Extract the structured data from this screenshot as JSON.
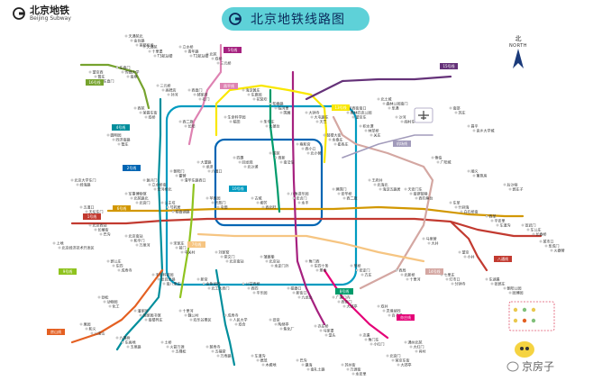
{
  "header": {
    "brand_cn": "北京地铁",
    "brand_en": "Beijing Subway",
    "map_title": "北京地铁线路图"
  },
  "compass": {
    "cn": "北",
    "en": "NORTH"
  },
  "watermark": {
    "text": "京房子"
  },
  "colors": {
    "line1": "#c23a30",
    "line2": "#0065b3",
    "line4": "#008e9c",
    "line5": "#a6217f",
    "line6": "#d29700",
    "line7": "#f6c582",
    "line8": "#009b6b",
    "line9": "#8fc31f",
    "line10": "#009bc0",
    "line13": "#f9e700",
    "line14": "#d4a7a2",
    "line15": "#653279",
    "line16": "#76a32e",
    "batong": "#c23a30",
    "changping": "#de82b2",
    "yizhuang": "#e40077",
    "fangshan": "#e46022",
    "airport": "#a29bbb",
    "title_bg": "#5ed1d8"
  },
  "line_tags": [
    {
      "text": "5号线",
      "color": "#a6217f"
    },
    {
      "text": "昌平线",
      "color": "#de82b2"
    },
    {
      "text": "15号线",
      "color": "#653279"
    },
    {
      "text": "13号线",
      "color": "#f9e700"
    },
    {
      "text": "16号线",
      "color": "#76a32e"
    },
    {
      "text": "4号线",
      "color": "#008e9c"
    },
    {
      "text": "10号线",
      "color": "#009bc0"
    },
    {
      "text": "2号线",
      "color": "#0065b3"
    },
    {
      "text": "1号线",
      "color": "#c23a30"
    },
    {
      "text": "6号线",
      "color": "#d29700"
    },
    {
      "text": "八通线",
      "color": "#c23a30"
    },
    {
      "text": "7号线",
      "color": "#f6c582"
    },
    {
      "text": "14号线",
      "color": "#d4a7a2"
    },
    {
      "text": "9号线",
      "color": "#8fc31f"
    },
    {
      "text": "房山线",
      "color": "#e46022"
    },
    {
      "text": "8号线",
      "color": "#009b6b"
    },
    {
      "text": "亦庄线",
      "color": "#e40077"
    },
    {
      "text": "机场线",
      "color": "#a29bbb"
    }
  ],
  "stations": [
    "天通苑北",
    "天通苑",
    "立水桥",
    "北苑",
    "望京西",
    "东直门",
    "三元桥",
    "西直门",
    "海淀黄庄",
    "知春路",
    "大钟寺",
    "惠新西街南口",
    "北土城",
    "积水潭",
    "鼓楼大街",
    "雍和宫",
    "国贸",
    "四惠",
    "大望路",
    "朝阳门",
    "复兴门",
    "军事博物馆",
    "公主坟",
    "苹果园",
    "古城",
    "八角游乐园",
    "建国门",
    "王府井",
    "天安门东",
    "东单",
    "西单",
    "宣武门",
    "菜市口",
    "北京西站",
    "北京南站",
    "宋家庄",
    "刘家窑",
    "蒲黄榆",
    "角门西",
    "草桥",
    "西局",
    "七里庄",
    "郭公庄",
    "丰台科技园",
    "新宫",
    "公益西桥",
    "磁器口",
    "广渠门内",
    "双井",
    "劲松",
    "潘家园",
    "十里河",
    "成寿寺",
    "旧宫",
    "亦庄桥",
    "次渠",
    "通州北苑",
    "果园",
    "九棵树",
    "土桥",
    "慈寿寺",
    "车道沟",
    "巴沟",
    "苏州街",
    "北宫门",
    "西苑",
    "圆明园",
    "北京大学东门",
    "五道口",
    "上地",
    "西二旗",
    "生命科学园",
    "朱辛庄",
    "沙河",
    "南邵",
    "昌平",
    "俸伯",
    "顺义",
    "后沙峪",
    "马泉营",
    "望京",
    "东湖渠",
    "朝阳公园",
    "金台路",
    "十里堡",
    "青年路",
    "双桥",
    "管庄",
    "传媒大学",
    "高碑店",
    "郝家府",
    "东夏园",
    "临河里",
    "大屯路东",
    "奥林匹克公园",
    "森林公园南门",
    "林萃桥",
    "永泰庄",
    "西小口",
    "育新",
    "回龙观",
    "龙泽",
    "霍营",
    "立水桥南",
    "北苑路北",
    "芍药居",
    "光熙门",
    "柳芳",
    "安贞门",
    "安华桥",
    "北海北",
    "南锣鼓巷",
    "什刹海",
    "平安里",
    "车公庄",
    "阜成门",
    "长椿街",
    "和平门",
    "前门",
    "崇文门",
    "北京站",
    "东四十条",
    "安定门",
    "北新桥",
    "灯市口",
    "东四",
    "张自忠路",
    "金鱼胡同",
    "西四",
    "新街口",
    "西安门",
    "灵境胡同",
    "动物园",
    "国家图书馆",
    "魏公村",
    "人民大学",
    "陶然亭",
    "马家堡",
    "角门东",
    "大红门",
    "和义",
    "东高地",
    "火箭万源",
    "五福堂",
    "德茂",
    "瀛海",
    "万源街",
    "荣京东街",
    "荣昌东街",
    "同济南路",
    "经海路",
    "天坛东门",
    "北京经济技术开发区",
    "长阳",
    "稻田",
    "大葆台",
    "阎村东",
    "苏庄",
    "良乡大学城",
    "广阳城",
    "篱笆房",
    "郭庄子",
    "大井",
    "小井",
    "张郭庄",
    "园博园",
    "首都机场",
    "T3航站楼",
    "T2航站楼",
    "三元桥",
    "东直门",
    "南皋",
    "孙河",
    "石门",
    "花梨坎",
    "国展",
    "天竺",
    "望京东",
    "阜通",
    "关庄",
    "崔各庄",
    "北小营",
    "南法信",
    "北沙滩",
    "六道口",
    "清华东路西口",
    "安河桥北",
    "北宫门",
    "稻香湖路",
    "屯佃",
    "西北旺",
    "永丰",
    "西二旗",
    "海淀五路居",
    "西钓鱼台",
    "白石桥南",
    "车道沟",
    "长春桥",
    "火器营",
    "巴沟",
    "万泉河",
    "中关村",
    "北京南站",
    "永定门外",
    "景泰",
    "方庄",
    "十里河",
    "分钟寺",
    "成寿寺",
    "南八里庄",
    "北工大西门",
    "平乐园",
    "九龙山",
    "大郊亭",
    "百子湾",
    "化工",
    "南楼梓庄",
    "欢乐谷景区",
    "双合",
    "焦化厂",
    "垡头",
    "小红门",
    "肖村",
    "八宝山",
    "玉泉路",
    "五棵松",
    "万寿路",
    "木樨地",
    "南礼士路",
    "永安里",
    "大郊亭",
    "双桥",
    "管庄"
  ]
}
